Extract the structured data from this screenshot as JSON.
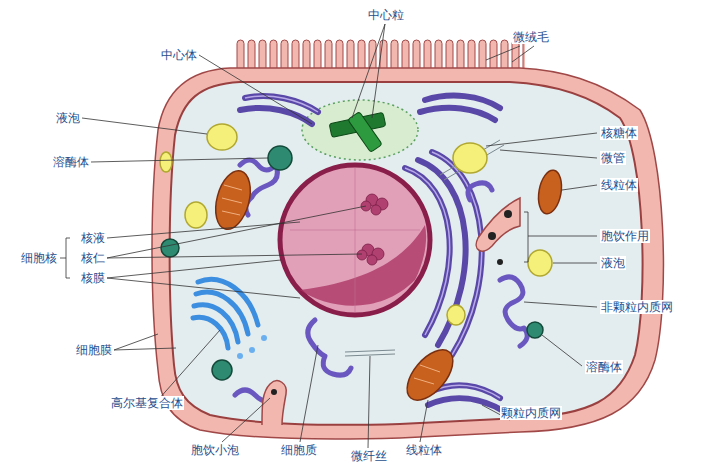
{
  "diagram": {
    "labels": [
      "中心粒",
      "中心体",
      "微绒毛",
      "液泡",
      "核糖体",
      "溶酶体",
      "微管",
      "线粒体",
      "核液",
      "细胞核",
      "核仁",
      "胞饮作用",
      "液泡",
      "核膜",
      "非颗粒内质网",
      "细胞膜",
      "溶酶体",
      "高尔基复合体",
      "胞饮小泡",
      "细胞质",
      "微纤丝",
      "线粒体",
      "颗粒内质网"
    ]
  }
}
